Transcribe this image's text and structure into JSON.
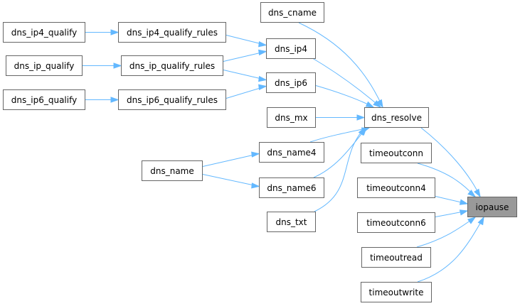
{
  "graph": {
    "nodes": {
      "dns_ip4_qualify": "dns_ip4_qualify",
      "dns_ip4_qualify_rules": "dns_ip4_qualify_rules",
      "dns_ip_qualify": "dns_ip_qualify",
      "dns_ip_qualify_rules": "dns_ip_qualify_rules",
      "dns_ip6_qualify": "dns_ip6_qualify",
      "dns_ip6_qualify_rules": "dns_ip6_qualify_rules",
      "dns_name": "dns_name",
      "dns_cname": "dns_cname",
      "dns_ip4": "dns_ip4",
      "dns_ip6": "dns_ip6",
      "dns_mx": "dns_mx",
      "dns_name4": "dns_name4",
      "dns_name6": "dns_name6",
      "dns_txt": "dns_txt",
      "dns_resolve": "dns_resolve",
      "timeoutconn": "timeoutconn",
      "timeoutconn4": "timeoutconn4",
      "timeoutconn6": "timeoutconn6",
      "timeoutread": "timeoutread",
      "timeoutwrite": "timeoutwrite",
      "iopause": "iopause"
    },
    "focus_node": "iopause",
    "edges": [
      [
        "dns_ip4_qualify",
        "dns_ip4_qualify_rules"
      ],
      [
        "dns_ip_qualify",
        "dns_ip_qualify_rules"
      ],
      [
        "dns_ip6_qualify",
        "dns_ip6_qualify_rules"
      ],
      [
        "dns_ip4_qualify_rules",
        "dns_ip4"
      ],
      [
        "dns_ip_qualify_rules",
        "dns_ip4"
      ],
      [
        "dns_ip_qualify_rules",
        "dns_ip6"
      ],
      [
        "dns_ip6_qualify_rules",
        "dns_ip6"
      ],
      [
        "dns_name",
        "dns_name4"
      ],
      [
        "dns_name",
        "dns_name6"
      ],
      [
        "dns_cname",
        "dns_resolve"
      ],
      [
        "dns_ip4",
        "dns_resolve"
      ],
      [
        "dns_ip6",
        "dns_resolve"
      ],
      [
        "dns_mx",
        "dns_resolve"
      ],
      [
        "dns_name4",
        "dns_resolve"
      ],
      [
        "dns_name6",
        "dns_resolve"
      ],
      [
        "dns_txt",
        "dns_resolve"
      ],
      [
        "dns_resolve",
        "iopause"
      ],
      [
        "timeoutconn",
        "iopause"
      ],
      [
        "timeoutconn4",
        "iopause"
      ],
      [
        "timeoutconn6",
        "iopause"
      ],
      [
        "timeoutread",
        "iopause"
      ],
      [
        "timeoutwrite",
        "iopause"
      ]
    ],
    "colors": {
      "edge": "#63b8ff",
      "node_border": "#666666",
      "focus_fill": "#999999"
    }
  }
}
